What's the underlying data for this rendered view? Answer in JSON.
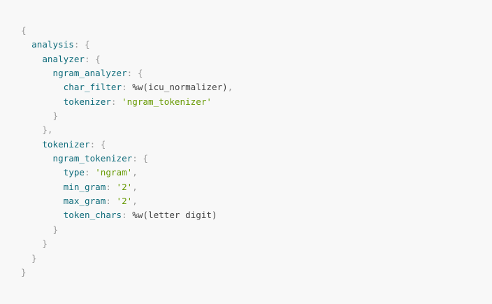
{
  "code": {
    "lines": [
      {
        "indent": "",
        "tokens": [
          {
            "t": "p",
            "v": "{"
          }
        ]
      },
      {
        "indent": "  ",
        "tokens": [
          {
            "t": "k",
            "v": "analysis"
          },
          {
            "t": "p",
            "v": ": {"
          }
        ]
      },
      {
        "indent": "    ",
        "tokens": [
          {
            "t": "k",
            "v": "analyzer"
          },
          {
            "t": "p",
            "v": ": {"
          }
        ]
      },
      {
        "indent": "      ",
        "tokens": [
          {
            "t": "k",
            "v": "ngram_analyzer"
          },
          {
            "t": "p",
            "v": ": {"
          }
        ]
      },
      {
        "indent": "        ",
        "tokens": [
          {
            "t": "k",
            "v": "char_filter"
          },
          {
            "t": "p",
            "v": ": "
          },
          {
            "t": "pl",
            "v": "%w(icu_normalizer)"
          },
          {
            "t": "p",
            "v": ","
          }
        ]
      },
      {
        "indent": "        ",
        "tokens": [
          {
            "t": "k",
            "v": "tokenizer"
          },
          {
            "t": "p",
            "v": ": "
          },
          {
            "t": "s",
            "v": "'ngram_tokenizer'"
          }
        ]
      },
      {
        "indent": "      ",
        "tokens": [
          {
            "t": "p",
            "v": "}"
          }
        ]
      },
      {
        "indent": "    ",
        "tokens": [
          {
            "t": "p",
            "v": "},"
          }
        ]
      },
      {
        "indent": "    ",
        "tokens": [
          {
            "t": "k",
            "v": "tokenizer"
          },
          {
            "t": "p",
            "v": ": {"
          }
        ]
      },
      {
        "indent": "      ",
        "tokens": [
          {
            "t": "k",
            "v": "ngram_tokenizer"
          },
          {
            "t": "p",
            "v": ": {"
          }
        ]
      },
      {
        "indent": "        ",
        "tokens": [
          {
            "t": "k",
            "v": "type"
          },
          {
            "t": "p",
            "v": ": "
          },
          {
            "t": "s",
            "v": "'ngram'"
          },
          {
            "t": "p",
            "v": ","
          }
        ]
      },
      {
        "indent": "        ",
        "tokens": [
          {
            "t": "k",
            "v": "min_gram"
          },
          {
            "t": "p",
            "v": ": "
          },
          {
            "t": "s",
            "v": "'2'"
          },
          {
            "t": "p",
            "v": ","
          }
        ]
      },
      {
        "indent": "        ",
        "tokens": [
          {
            "t": "k",
            "v": "max_gram"
          },
          {
            "t": "p",
            "v": ": "
          },
          {
            "t": "s",
            "v": "'2'"
          },
          {
            "t": "p",
            "v": ","
          }
        ]
      },
      {
        "indent": "        ",
        "tokens": [
          {
            "t": "k",
            "v": "token_chars"
          },
          {
            "t": "p",
            "v": ": "
          },
          {
            "t": "pl",
            "v": "%w(letter digit)"
          }
        ]
      },
      {
        "indent": "      ",
        "tokens": [
          {
            "t": "p",
            "v": "}"
          }
        ]
      },
      {
        "indent": "    ",
        "tokens": [
          {
            "t": "p",
            "v": "}"
          }
        ]
      },
      {
        "indent": "  ",
        "tokens": [
          {
            "t": "p",
            "v": "}"
          }
        ]
      },
      {
        "indent": "",
        "tokens": [
          {
            "t": "p",
            "v": "}"
          }
        ]
      }
    ]
  },
  "colors": {
    "background": "#f8f8f8",
    "key": "#0e6b7a",
    "string": "#669900",
    "punctuation": "#999999",
    "literal": "#444444"
  }
}
